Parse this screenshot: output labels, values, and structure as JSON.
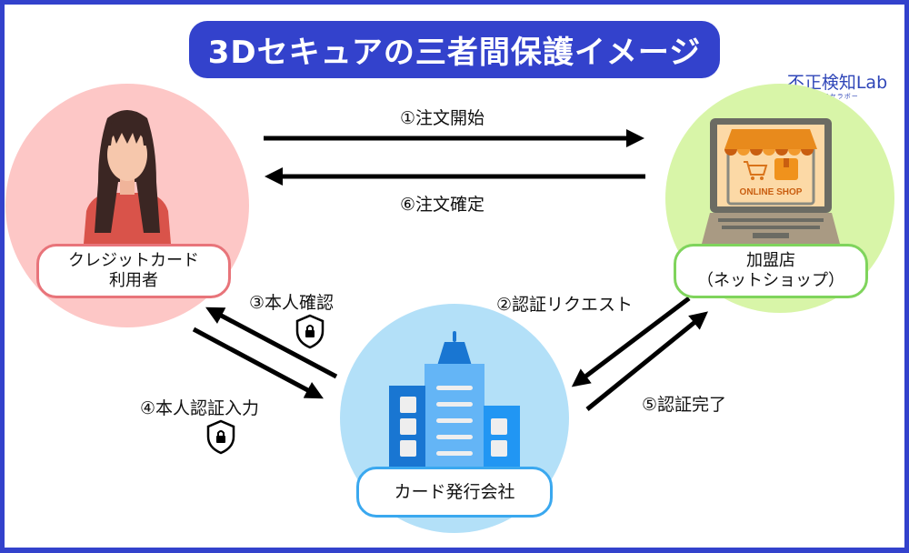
{
  "title": "3Dセキュアの三者間保護イメージ",
  "logo": {
    "main": "不正検知Lab",
    "sub": "ーフセラボー"
  },
  "colors": {
    "frame": "#3342cc",
    "user_circle": "#fdc7c6",
    "user_border": "#e8747a",
    "shop_circle": "#d8f5a8",
    "shop_border": "#7fd45c",
    "bank_circle": "#b3e0f8",
    "bank_border": "#3aa8ef"
  },
  "actors": {
    "user": {
      "line1": "クレジットカード",
      "line2": "利用者"
    },
    "shop": {
      "line1": "加盟店",
      "line2": "（ネットショップ）",
      "screen_text": "ONLINE SHOP"
    },
    "issuer": {
      "line1": "カード発行会社"
    }
  },
  "steps": {
    "s1": "①注文開始",
    "s2": "②認証リクエスト",
    "s3": "③本人確認",
    "s4": "④本人認証入力",
    "s5": "⑤認証完了",
    "s6": "⑥注文確定"
  },
  "icons": {
    "shield": "shield-lock-icon"
  }
}
